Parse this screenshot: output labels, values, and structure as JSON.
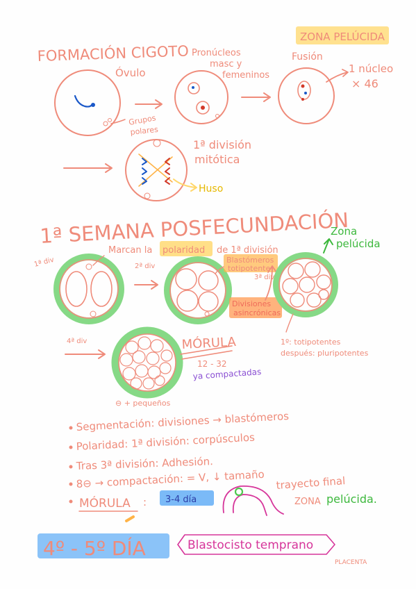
{
  "colors": {
    "salmon": "#ef8b7a",
    "green": "#4fc84f",
    "green_fill": "#86d986",
    "orange_hl": "#ffb347",
    "yellow_hl": "#ffd76a",
    "blue_hl": "#5aa9f5",
    "purple": "#8a4fd3",
    "magenta": "#d6359a",
    "blue_ink": "#1a58c8",
    "red_ink": "#d23a2a"
  },
  "section1": {
    "title": "FORMACIÓN CIGOTO",
    "zona_label": "ZONA PELÚCIDA",
    "ovulo": "Óvulo",
    "pronucleos": [
      "Pronúcleos",
      "masc y",
      "femeninos"
    ],
    "fusion": "Fusión",
    "nucleo": [
      "1 núcleo",
      "⨯ 46"
    ],
    "grupos": [
      "Grupos",
      "polares"
    ],
    "division": [
      "1ª división",
      "mitótica"
    ],
    "huso": "Huso"
  },
  "section2": {
    "title": "1ª SEMANA POSFECUNDACIÓN",
    "note_prefix": "Marcan la",
    "note_highlight": "polaridad",
    "note_suffix": "de 1ª división",
    "div1": "1ª div",
    "div2": "2ª div",
    "div3": "3ª div",
    "div4": "4ª div",
    "zona": [
      "Zona",
      "pelúcida"
    ],
    "blastomeros": [
      "Blastómeros",
      "totipotente"
    ],
    "asincronicas": [
      "Divisiones",
      "asincrónicas"
    ],
    "totipotentes": [
      "1º: totipotentes",
      "después: pluripotentes"
    ],
    "morula": "MÓRULA",
    "morula_count": "12 - 32",
    "compactadas": "ya compactadas",
    "pequenos": "⊖ + pequeños"
  },
  "bullets": [
    "Segmentación: divisiones → blastómeros",
    "Polaridad: 1ª división: corpúsculos",
    "Tras 3ª división: Adhesión.",
    "8⊖ → compactación: = V, ↓ tamaño"
  ],
  "morula_line": {
    "label": "MÓRULA",
    "days": "3-4 día",
    "trayecto": "trayecto final",
    "zona": "ZONA",
    "pelucida": "pelúcida."
  },
  "footer": {
    "days": "4º - 5º DÍA",
    "blasto": "Blastocisto temprano",
    "cut": "PLACENTA"
  }
}
